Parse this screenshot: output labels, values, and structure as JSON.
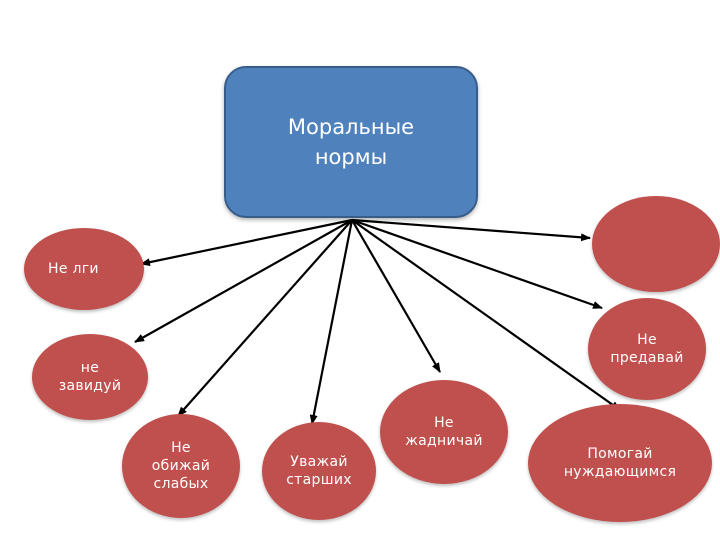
{
  "colors": {
    "center_fill": "#4f81bd",
    "center_border": "#385d8a",
    "oval_fill": "#c0504d",
    "text": "#ffffff",
    "arrow": "#000000"
  },
  "center": {
    "label": "Моральные\nнормы"
  },
  "nodes": [
    {
      "id": "ne-lgi",
      "label": "Не  лги"
    },
    {
      "id": "ne-zaviduy",
      "label": "не\nзавидуй"
    },
    {
      "id": "ne-obizhay",
      "label": "Не\nобижай\nслабых"
    },
    {
      "id": "uvazhay",
      "label": "Уважай\nстарших"
    },
    {
      "id": "ne-zhadnichay",
      "label": "Не\nжадничай"
    },
    {
      "id": "pomogay",
      "label": "Помогай\nнуждающимся"
    },
    {
      "id": "ne-predavay",
      "label": "Не\nпредавай"
    },
    {
      "id": "blank",
      "label": ""
    }
  ]
}
